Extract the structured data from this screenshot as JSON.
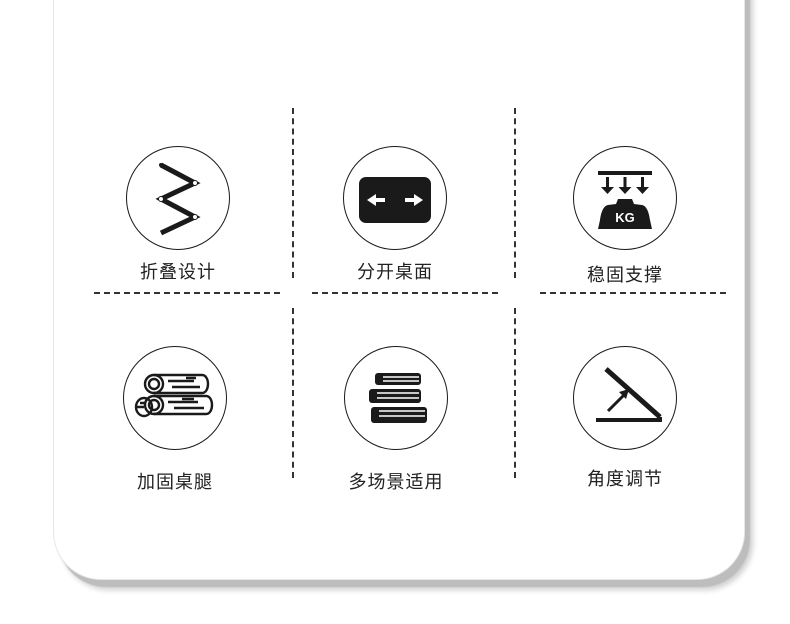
{
  "features": [
    {
      "label": "折叠设计",
      "icon": "zigzag-fold-icon"
    },
    {
      "label": "分开桌面",
      "icon": "split-arrows-icon"
    },
    {
      "label": "稳固支撑",
      "icon": "kg-weight-icon"
    },
    {
      "label": "加固桌腿",
      "icon": "logs-icon"
    },
    {
      "label": "多场景适用",
      "icon": "books-icon"
    },
    {
      "label": "角度调节",
      "icon": "angle-adjust-icon"
    }
  ],
  "weight_text": "KG"
}
